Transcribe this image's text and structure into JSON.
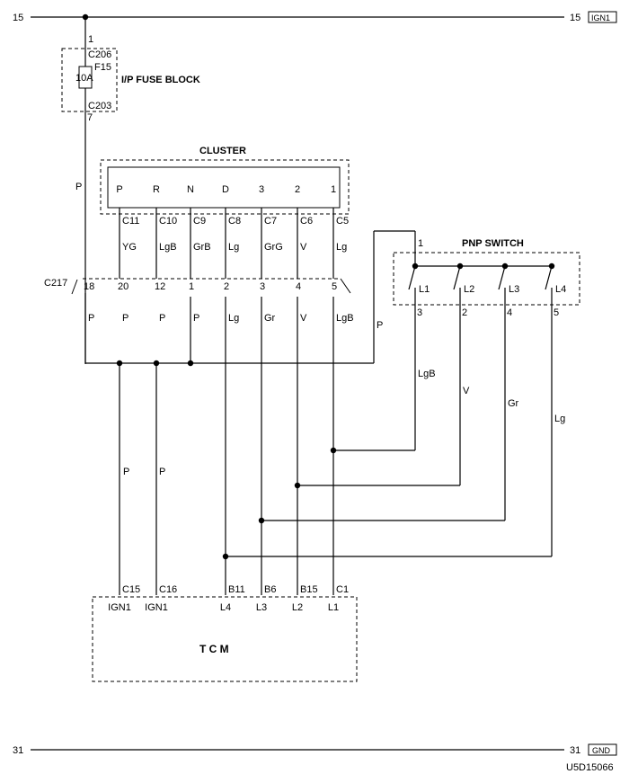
{
  "rails": {
    "top_left": "15",
    "top_right": "15",
    "top_tag": "IGN1",
    "bottom_left": "31",
    "bottom_right": "31",
    "bottom_tag": "GND"
  },
  "fuse_block": {
    "conn_in_pin": "1",
    "conn_in": "C206",
    "fuse": "F15",
    "rating": "10A",
    "label": "I/P FUSE BLOCK",
    "conn_out": "C203",
    "conn_out_pin": "7"
  },
  "feed_wire_color": "P",
  "cluster": {
    "title": "CLUSTER",
    "indicators": [
      "P",
      "R",
      "N",
      "D",
      "3",
      "2",
      "1"
    ],
    "connectors": [
      "C11",
      "C10",
      "C9",
      "C8",
      "C7",
      "C6",
      "C5"
    ],
    "wire_colors": [
      "YG",
      "LgB",
      "GrB",
      "Lg",
      "GrG",
      "V",
      "Lg"
    ]
  },
  "c217": {
    "label": "C217",
    "pins": [
      "18",
      "20",
      "12",
      "1",
      "2",
      "3",
      "4",
      "5"
    ],
    "wire_colors": [
      "P",
      "P",
      "P",
      "P",
      "Lg",
      "Gr",
      "V",
      "LgB"
    ]
  },
  "pnp_switch": {
    "title": "PNP SWITCH",
    "input_pin": "1",
    "input_wire_color": "P",
    "switches": [
      "L1",
      "L2",
      "L3",
      "L4"
    ],
    "output_pins": [
      "3",
      "2",
      "4",
      "5"
    ],
    "output_wire_colors": [
      "LgB",
      "V",
      "Gr",
      "Lg"
    ]
  },
  "tcm_feed_colors": [
    "P",
    "P"
  ],
  "tcm": {
    "title": "T C M",
    "connectors": [
      "C15",
      "C16",
      "B11",
      "B6",
      "B15",
      "C1"
    ],
    "pins": [
      "IGN1",
      "IGN1",
      "L4",
      "L3",
      "L2",
      "L1"
    ]
  },
  "figure_code": "U5D15066"
}
